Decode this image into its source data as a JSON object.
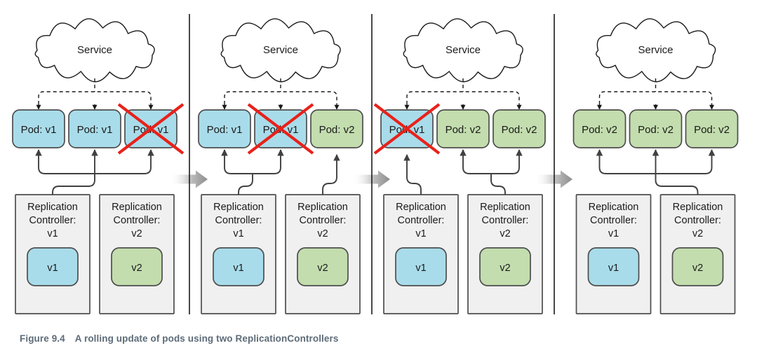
{
  "figure": {
    "caption_number": "Figure 9.4",
    "caption_text": "A rolling update of pods using two ReplicationControllers"
  },
  "colors": {
    "pod_v1_fill": "#a9dcea",
    "pod_v2_fill": "#c3ddae",
    "pod_stroke": "#4d4d4d",
    "rc_fill": "#f0f0f0",
    "rc_stroke": "#4d4d4d",
    "cloud_fill": "#ffffff",
    "cloud_stroke": "#1a1a1a",
    "connector": "#404040",
    "delete_x": "#e8211a",
    "divider": "#1a1a1a",
    "arrow_dark": "#8c8c8c",
    "caption_color": "#5d6b78"
  },
  "panels": [
    {
      "id": "panel-1",
      "service_label": "Service",
      "pods": [
        {
          "label": "Pod: v1",
          "version": "v1",
          "deleted": false
        },
        {
          "label": "Pod: v1",
          "version": "v1",
          "deleted": false
        },
        {
          "label": "Pod: v1",
          "version": "v1",
          "deleted": true
        }
      ],
      "controllers": [
        {
          "line1": "Replication",
          "line2": "Controller:",
          "line3": "v1",
          "template_label": "v1",
          "template_version": "v1",
          "owns_pods": [
            0,
            1,
            2
          ]
        },
        {
          "line1": "Replication",
          "line2": "Controller:",
          "line3": "v2",
          "template_label": "v2",
          "template_version": "v2",
          "owns_pods": []
        }
      ],
      "step_arrow_after": true
    },
    {
      "id": "panel-2",
      "service_label": "Service",
      "pods": [
        {
          "label": "Pod: v1",
          "version": "v1",
          "deleted": false
        },
        {
          "label": "Pod: v1",
          "version": "v1",
          "deleted": true
        },
        {
          "label": "Pod: v2",
          "version": "v2",
          "deleted": false
        }
      ],
      "controllers": [
        {
          "line1": "Replication",
          "line2": "Controller:",
          "line3": "v1",
          "template_label": "v1",
          "template_version": "v1",
          "owns_pods": [
            0,
            1
          ]
        },
        {
          "line1": "Replication",
          "line2": "Controller:",
          "line3": "v2",
          "template_label": "v2",
          "template_version": "v2",
          "owns_pods": [
            2
          ]
        }
      ],
      "step_arrow_after": true
    },
    {
      "id": "panel-3",
      "service_label": "Service",
      "pods": [
        {
          "label": "Pod: v1",
          "version": "v1",
          "deleted": true
        },
        {
          "label": "Pod: v2",
          "version": "v2",
          "deleted": false
        },
        {
          "label": "Pod: v2",
          "version": "v2",
          "deleted": false
        }
      ],
      "controllers": [
        {
          "line1": "Replication",
          "line2": "Controller:",
          "line3": "v1",
          "template_label": "v1",
          "template_version": "v1",
          "owns_pods": [
            0
          ]
        },
        {
          "line1": "Replication",
          "line2": "Controller:",
          "line3": "v2",
          "template_label": "v2",
          "template_version": "v2",
          "owns_pods": [
            1,
            2
          ]
        }
      ],
      "step_arrow_after": true
    },
    {
      "id": "panel-4",
      "service_label": "Service",
      "pods": [
        {
          "label": "Pod: v2",
          "version": "v2",
          "deleted": false
        },
        {
          "label": "Pod: v2",
          "version": "v2",
          "deleted": false
        },
        {
          "label": "Pod: v2",
          "version": "v2",
          "deleted": false
        }
      ],
      "controllers": [
        {
          "line1": "Replication",
          "line2": "Controller:",
          "line3": "v1",
          "template_label": "v1",
          "template_version": "v1",
          "owns_pods": []
        },
        {
          "line1": "Replication",
          "line2": "Controller:",
          "line3": "v2",
          "template_label": "v2",
          "template_version": "v2",
          "owns_pods": [
            0,
            1,
            2
          ]
        }
      ],
      "step_arrow_after": false
    }
  ]
}
